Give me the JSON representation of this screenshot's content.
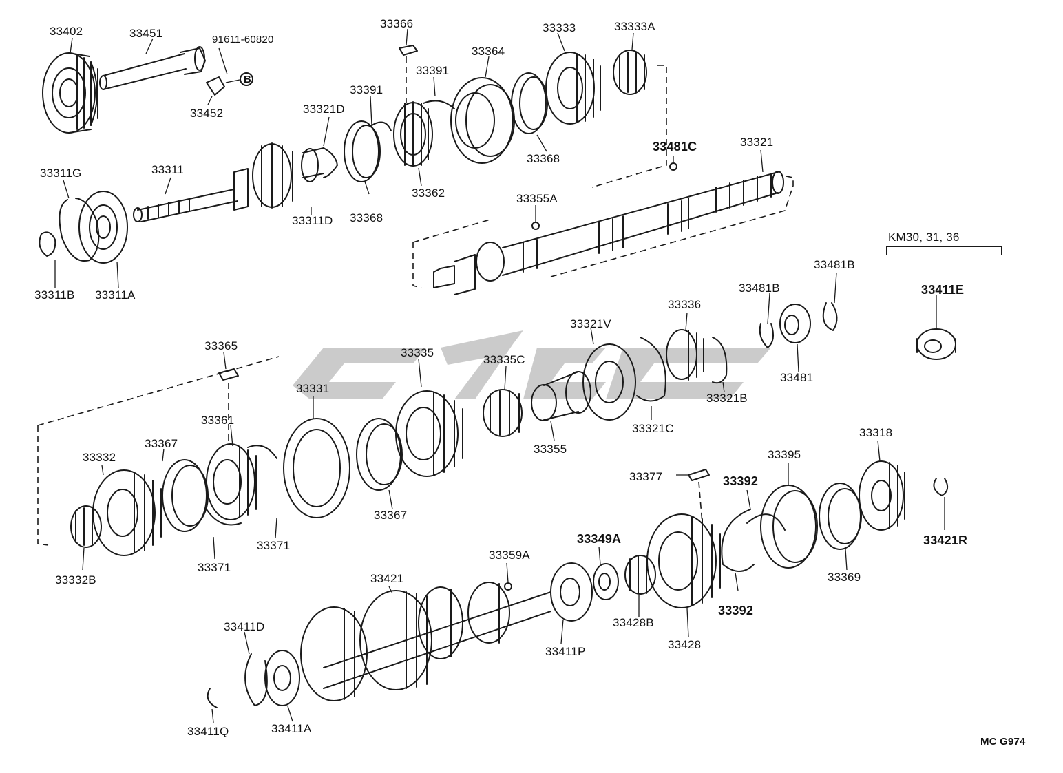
{
  "labels": {
    "p33402": "33402",
    "p33451": "33451",
    "p91611": "91611-60820",
    "p33452": "33452",
    "p33366": "33366",
    "p33333": "33333",
    "p33333A": "33333A",
    "p33364": "33364",
    "p33391a": "33391",
    "p33391b": "33391",
    "p33321D": "33321D",
    "p33481C": "33481C",
    "p33321": "33321",
    "p33368a": "33368",
    "p33368b": "33368",
    "p33362": "33362",
    "p33311G": "33311G",
    "p33311": "33311",
    "p33311D": "33311D",
    "p33355A": "33355A",
    "p33311B": "33311B",
    "p33311A": "33311A",
    "km": "KM30, 31, 36",
    "p33481Ba": "33481B",
    "p33481Bb": "33481B",
    "p33411E": "33411E",
    "p33336": "33336",
    "p33481": "33481",
    "p33321V": "33321V",
    "p33365": "33365",
    "p33335": "33335",
    "p33335C": "33335C",
    "p33331": "33331",
    "p33321B": "33321B",
    "p33321C": "33321C",
    "p33361": "33361",
    "p33355": "33355",
    "p33332": "33332",
    "p33367a": "33367",
    "p33318": "33318",
    "p33395": "33395",
    "p33377": "33377",
    "p33392a": "33392",
    "p33421R": "33421R",
    "p33367b": "33367",
    "p33371a": "33371",
    "p33371b": "33371",
    "p33332B": "33332B",
    "p33359A": "33359A",
    "p33349A": "33349A",
    "p33369": "33369",
    "p33421": "33421",
    "p33392b": "33392",
    "p33411D": "33411D",
    "p33411P": "33411P",
    "p33428B": "33428B",
    "p33428": "33428",
    "p33411Q": "33411Q",
    "p33411A": "33411A",
    "bolt_symbol": "B",
    "code": "MC  G974"
  },
  "colors": {
    "ink": "#1a1a1a",
    "watermark": "#b9b9b9",
    "background": "#ffffff"
  }
}
